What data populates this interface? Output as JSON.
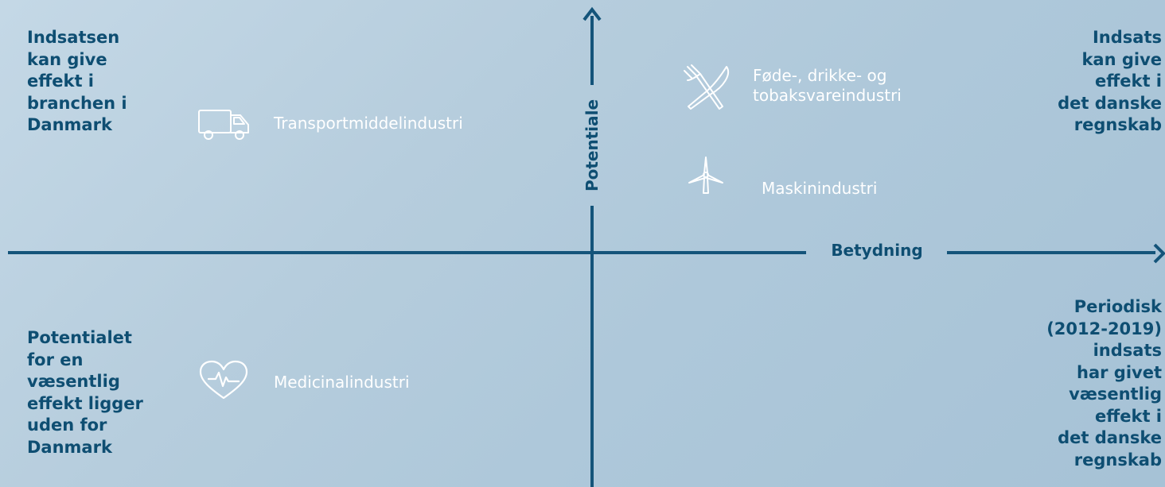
{
  "quadrants": {
    "top_left": "Indsatsen\nkan give\neffekt i\nbranchen i\nDanmark",
    "top_right": "Indsats\nkan give\neffekt i\ndet danske\nregnskab",
    "bottom_left": "Potentialet\nfor en\nvæsentlig\neffekt ligger\nuden for\nDanmark",
    "bottom_right": "Periodisk\n(2012-2019)\nindsats\nhar givet\nvæsentlig\neffekt i\ndet danske\nregnskab"
  },
  "axes": {
    "x_label": "Betydning",
    "y_label": "Potentiale"
  },
  "industries": {
    "transport": {
      "label": "Transportmiddelindustri",
      "icon": "truck-icon"
    },
    "food": {
      "label": "Føde-, drikke- og\ntobaksvareindustri",
      "icon": "fork-knife-icon"
    },
    "machine": {
      "label": "Maskinindustri",
      "icon": "wind-turbine-icon"
    },
    "medical": {
      "label": "Medicinalindustri",
      "icon": "heart-pulse-icon"
    }
  },
  "colors": {
    "axis": "#14547a",
    "heading_text": "#0e4e72",
    "industry_text": "#ffffff",
    "background": "#b6cddd"
  }
}
